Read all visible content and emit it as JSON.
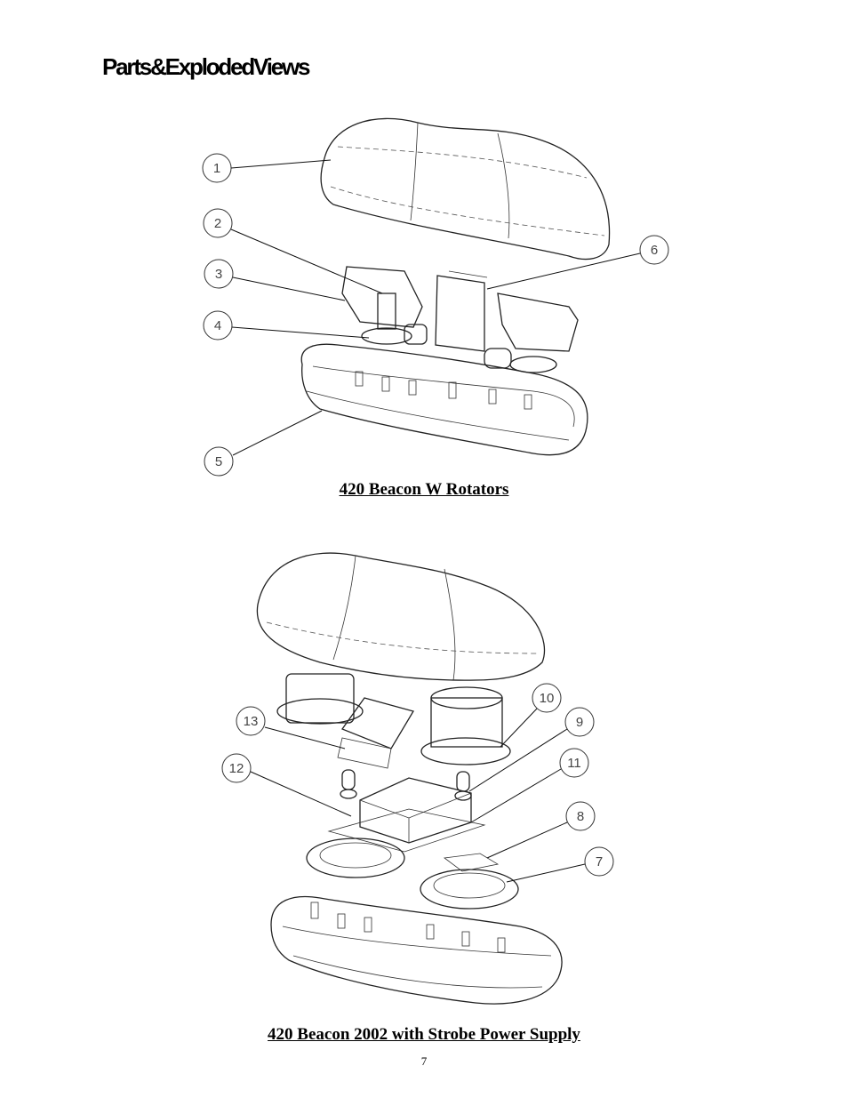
{
  "page": {
    "heading": "Parts&ExplodedViews",
    "page_number": "7"
  },
  "figures": [
    {
      "caption": "420 Beacon W Rotators",
      "callouts": [
        "1",
        "2",
        "3",
        "4",
        "5",
        "6"
      ]
    },
    {
      "caption": "420 Beacon  2002 with Strobe Power Supply",
      "callouts": [
        "13",
        "12",
        "10",
        "9",
        "11",
        "8",
        "7"
      ]
    }
  ]
}
